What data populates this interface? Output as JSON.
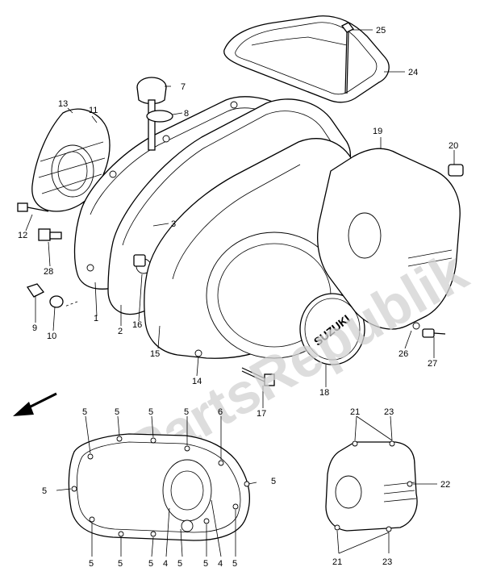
{
  "watermark": "PartsRepublik",
  "cover_logo": "SUZUKI",
  "callouts": {
    "c1": "1",
    "c2": "2",
    "c3": "3",
    "c7": "7",
    "c8": "8",
    "c9": "9",
    "c10": "10",
    "c11": "11",
    "c12": "12",
    "c13": "13",
    "c14": "14",
    "c15": "15",
    "c16": "16",
    "c17": "17",
    "c18": "18",
    "c19": "19",
    "c20": "20",
    "c24": "24",
    "c25": "25",
    "c26": "26",
    "c27": "27",
    "c28": "28"
  },
  "detail_left": {
    "bolt": "5",
    "stud6": "6",
    "stud4": "4"
  },
  "detail_right": {
    "bolt21": "21",
    "bolt22": "22",
    "bolt23": "23"
  },
  "colors": {
    "line": "#000000",
    "watermark": "#d2d2d2"
  }
}
